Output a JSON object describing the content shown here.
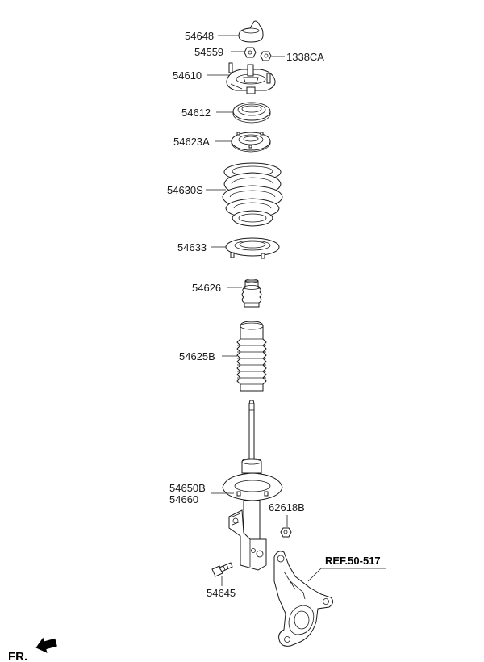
{
  "labels": {
    "p54648": "54648",
    "p54559": "54559",
    "p1338CA": "1338CA",
    "p54610": "54610",
    "p54612": "54612",
    "p54623A": "54623A",
    "p54630S": "54630S",
    "p54633": "54633",
    "p54626": "54626",
    "p54625B": "54625B",
    "p54650B": "54650B",
    "p54660": "54660",
    "p62618B": "62618B",
    "p54645": "54645"
  },
  "reference": "REF.50-517",
  "front_indicator": "FR."
}
